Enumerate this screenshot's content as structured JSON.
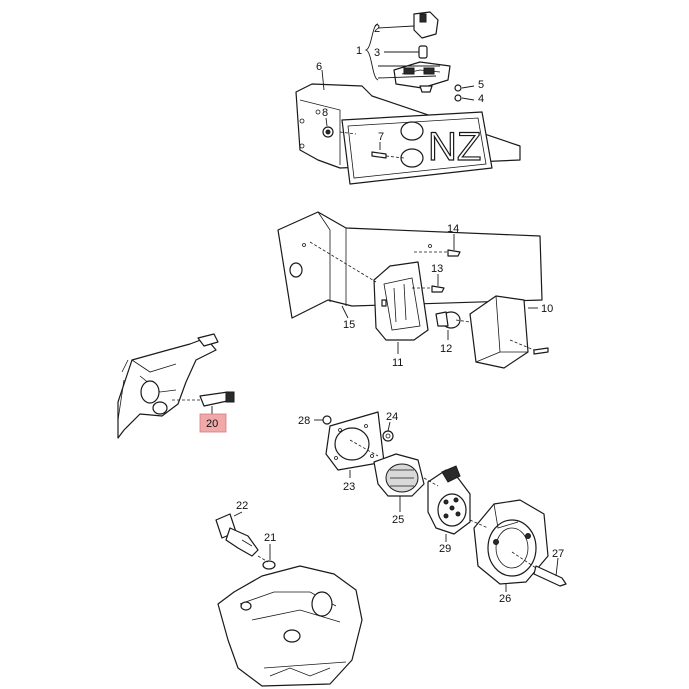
{
  "diagram": {
    "plate_text": "NZ",
    "highlight_color": "#f0a8a8",
    "callouts": {
      "c1": "1",
      "c2": "2",
      "c3": "3",
      "c4": "4",
      "c5": "5",
      "c6": "6",
      "c7": "7",
      "c8": "8",
      "c10": "10",
      "c11": "11",
      "c12": "12",
      "c13": "13",
      "c14": "14",
      "c15": "15",
      "c20": "20",
      "c21": "21",
      "c22": "22",
      "c23": "23",
      "c24": "24",
      "c25": "25",
      "c26": "26",
      "c27": "27",
      "c28": "28",
      "c29": "29"
    }
  }
}
